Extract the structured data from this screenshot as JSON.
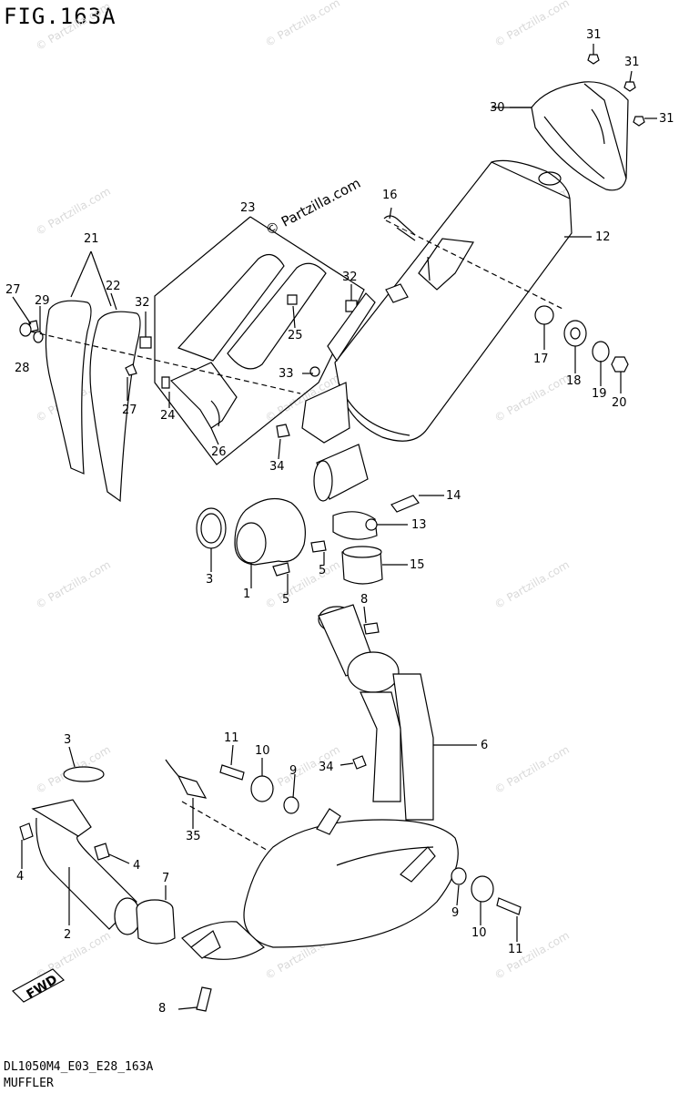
{
  "figure": {
    "title": "FIG.163A",
    "code": "DL1050M4_E03_E28_163A",
    "name": "MUFFLER",
    "brand_mark": "© Partzilla.com",
    "watermark": "© Partzilla.com",
    "fwd_label": "FWD"
  },
  "callouts": [
    {
      "label": "1",
      "part": "exhaust-pipe-connector"
    },
    {
      "label": "2",
      "part": "exhaust-pipe-front"
    },
    {
      "label": "3",
      "part": "gasket-upper"
    },
    {
      "label": "3",
      "part": "gasket-lower"
    },
    {
      "label": "4",
      "part": "stud-left"
    },
    {
      "label": "4",
      "part": "stud-right"
    },
    {
      "label": "5",
      "part": "bolt-upper"
    },
    {
      "label": "5",
      "part": "bolt-lower"
    },
    {
      "label": "6",
      "part": "exhaust-pipe-center"
    },
    {
      "label": "7",
      "part": "connector-pipe-lower"
    },
    {
      "label": "8",
      "part": "bolt-center"
    },
    {
      "label": "8",
      "part": "bolt-bottom"
    },
    {
      "label": "9",
      "part": "washer-left"
    },
    {
      "label": "9",
      "part": "washer-right"
    },
    {
      "label": "10",
      "part": "cushion-left"
    },
    {
      "label": "10",
      "part": "cushion-right"
    },
    {
      "label": "11",
      "part": "bolt-left"
    },
    {
      "label": "11",
      "part": "bolt-right"
    },
    {
      "label": "12",
      "part": "muffler"
    },
    {
      "label": "13",
      "part": "clamp"
    },
    {
      "label": "14",
      "part": "clamp-bolt"
    },
    {
      "label": "15",
      "part": "joint-pipe"
    },
    {
      "label": "16",
      "part": "muffler-bolt"
    },
    {
      "label": "17",
      "part": "spacer"
    },
    {
      "label": "18",
      "part": "cushion"
    },
    {
      "label": "19",
      "part": "washer"
    },
    {
      "label": "20",
      "part": "nut"
    },
    {
      "label": "21",
      "part": "heat-protector-set"
    },
    {
      "label": "22",
      "part": "heat-protector"
    },
    {
      "label": "23",
      "part": "muffler-protector-set"
    },
    {
      "label": "24",
      "part": "clip"
    },
    {
      "label": "25",
      "part": "protector-upper"
    },
    {
      "label": "26",
      "part": "protector-lower"
    },
    {
      "label": "27",
      "part": "screw-upper"
    },
    {
      "label": "27",
      "part": "screw-lower"
    },
    {
      "label": "28",
      "part": "collar"
    },
    {
      "label": "29",
      "part": "grommet"
    },
    {
      "label": "30",
      "part": "muffler-cover"
    },
    {
      "label": "31",
      "part": "screw-a"
    },
    {
      "label": "31",
      "part": "screw-b"
    },
    {
      "label": "31",
      "part": "screw-c"
    },
    {
      "label": "32",
      "part": "nut-left"
    },
    {
      "label": "32",
      "part": "nut-right"
    },
    {
      "label": "33",
      "part": "nut-small"
    },
    {
      "label": "34",
      "part": "clip-upper"
    },
    {
      "label": "34",
      "part": "clip-lower"
    },
    {
      "label": "35",
      "part": "oxygen-sensor"
    }
  ]
}
